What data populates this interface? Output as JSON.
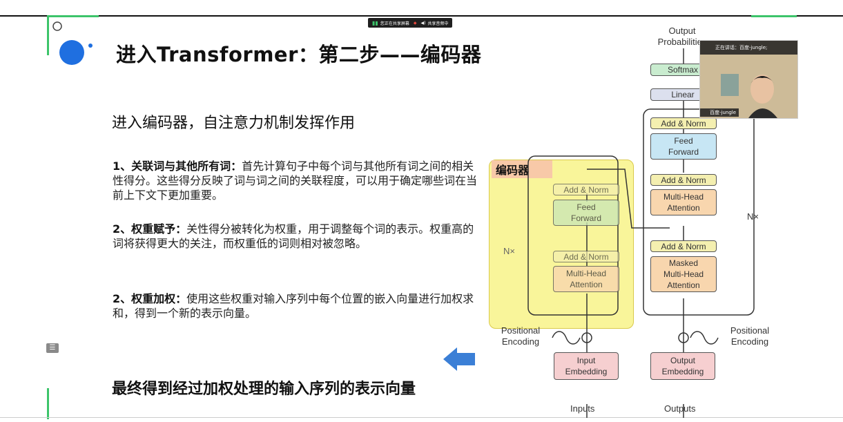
{
  "share_bar": {
    "sharing_screen": "您正在共享屏幕",
    "sharing_audio": "共享音频中"
  },
  "slide": {
    "title": "进入Transformer：第二步——编码器",
    "subtitle": "进入编码器，自注意力机制发挥作用",
    "points": [
      {
        "heading": "1、关联词与其他所有词：",
        "text": "首先计算句子中每个词与其他所有词之间的相关性得分。这些得分反映了词与词之间的关联程度，可以用于确定哪些词在当前上下文下更加重要。"
      },
      {
        "heading": "2、权重赋予：",
        "text": "关性得分被转化为权重，用于调整每个词的表示。权重高的词将获得更大的关注，而权重低的词则相对被忽略。"
      },
      {
        "heading": "2、权重加权：",
        "text": "使用这些权重对输入序列中每个位置的嵌入向量进行加权求和，得到一个新的表示向量。"
      }
    ],
    "conclusion": "最终得到经过加权处理的输入序列的表示向量"
  },
  "diagram": {
    "encoder_label": "编码器",
    "output_probabilities": "Output\nProbabilities",
    "softmax": "Softmax",
    "linear": "Linear",
    "add_norm": "Add & Norm",
    "feed_forward": "Feed\nForward",
    "multi_head_attention": "Multi-Head\nAttention",
    "masked_mha": "Masked\nMulti-Head\nAttention",
    "input_embedding": "Input\nEmbedding",
    "output_embedding": "Output\nEmbedding",
    "positional_encoding": "Positional\nEncoding",
    "nx": "N×",
    "inputs": "Inputs",
    "outputs": "Outputs"
  },
  "video": {
    "speaking_prefix": "正在讲话：百度-jungle;",
    "name": "百度-jungle"
  },
  "colors": {
    "accent_green": "#3cc46a",
    "logo_blue": "#1f6fe0",
    "arrow_blue": "#3b7fd6"
  }
}
